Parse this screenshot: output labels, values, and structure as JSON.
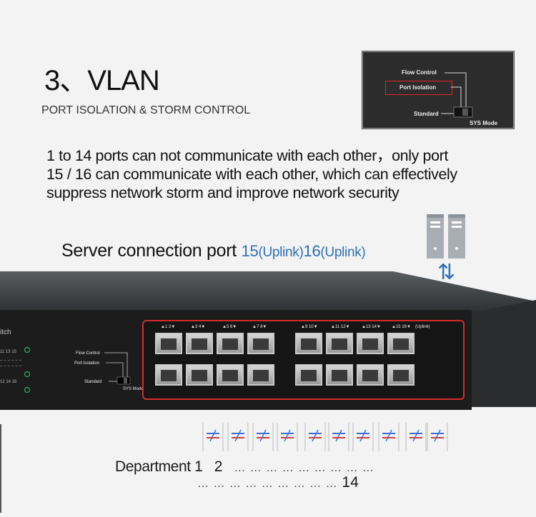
{
  "header": {
    "title": "3、VLAN",
    "subtitle": "PORT ISOLATION & STORM  CONTROL"
  },
  "description": {
    "line1": "1 to 14 ports can not communicate with each other，only port",
    "line2": "15 / 16 can communicate with each other, which can effectively",
    "line3": "suppress network storm and improve network security"
  },
  "inset": {
    "flow_control": "Flow  Control",
    "port_isolation": "Port  Isolation",
    "standard": "Standard",
    "sys_mode": "SYS  Mode"
  },
  "server": {
    "label": "Server connection port",
    "port15": "15",
    "uplink1": "(Uplink)",
    "port16": "16",
    "uplink2": "(Uplink)",
    "arrows": "⇅"
  },
  "switch": {
    "brand_word": "itch",
    "left_numbers_top": "11  13  15",
    "left_numbers_bottom": "12  14  16",
    "flow_control": "Flow  Control",
    "port_isolation": "Port  Isolation",
    "standard": "Standard",
    "sys_mode": "SYS  Mode",
    "port_labels": [
      "▲1  2▼",
      "▲3  4▼",
      "▲5  6▼",
      "▲7  8▼",
      "▲9  10▼",
      "▲11 12▼",
      "▲13 14▼",
      "▲15 16▼"
    ],
    "uplink_tag": "(Uplink)"
  },
  "department": {
    "label": "Department",
    "num1": "1",
    "num2": "2",
    "dots_row1": "…  …  …  …  …  …  …  …  …",
    "dots_row2": "…  …  …  …  …  …  …  …  …",
    "num14": "14"
  },
  "colors": {
    "accent_red": "#d42b2b",
    "uplink_blue": "#2f6fb5",
    "cable_blue": "#3e6fd8",
    "cable_red": "#d63a3a",
    "led_green": "#36c36e"
  }
}
